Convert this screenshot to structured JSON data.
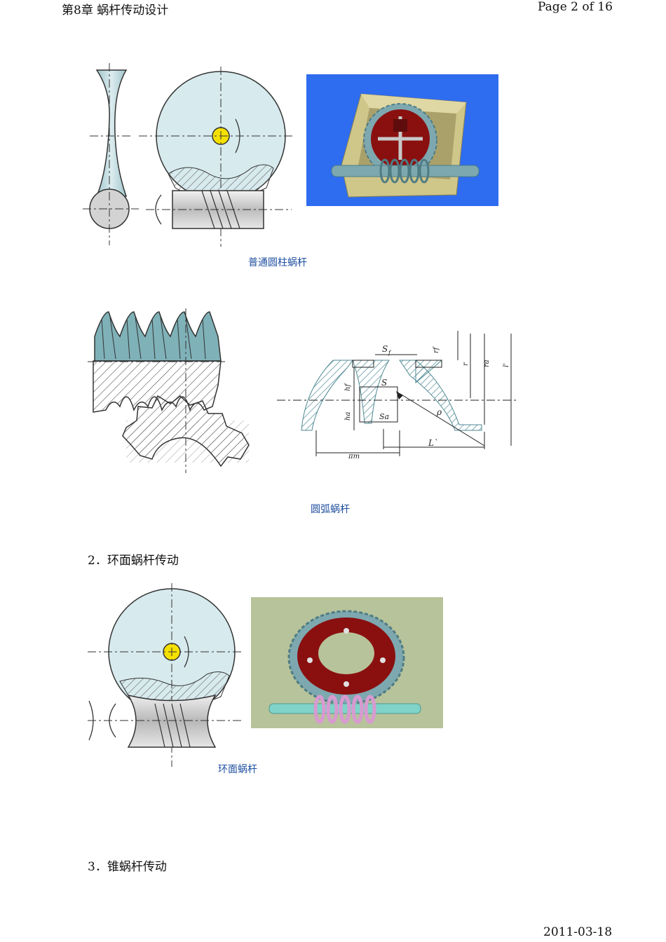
{
  "header": {
    "chapter_title": "第8章  蜗杆传动设计",
    "page_label": "Page 2 of 16"
  },
  "figures": {
    "fig1": {
      "caption": "普通圆柱蜗杆",
      "colors": {
        "wheel": "#d7eaee",
        "worm": "#d9d9d9",
        "center": "#f5e100",
        "render_bg": "#2e6cf0",
        "box": "#cfc68a",
        "gear": "#7ea8b0",
        "hub": "#8a1010"
      }
    },
    "fig2": {
      "caption": "圆弧蜗杆",
      "labels": {
        "sf": "S",
        "sf_sub": "f",
        "s": "S",
        "hf": "hf",
        "ha": "ha",
        "sa": "Sa",
        "rho": "ρ",
        "rf": "rf",
        "r": "r",
        "ra": "ra",
        "l1": "l'",
        "l_prime": "L`",
        "pi_m": "πm"
      }
    },
    "fig3": {
      "caption": "环面蜗杆",
      "colors": {
        "render_bg": "#b7c39a",
        "gear": "#7ea8b0",
        "hub": "#8a1010",
        "worm": "#7fd3c8",
        "worm_thread": "#d89ad0"
      }
    }
  },
  "sections": {
    "s2": "2．环面蜗杆传动",
    "s3": "3．锥蜗杆传动"
  },
  "footer": {
    "date": "2011-03-18"
  }
}
